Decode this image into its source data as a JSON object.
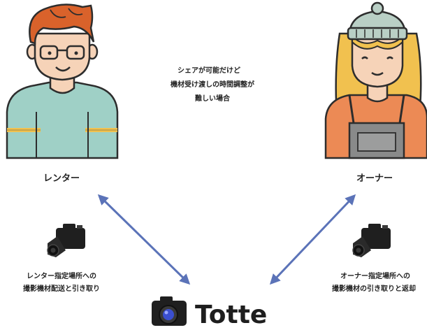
{
  "center_text": {
    "line1": "シェアが可能だけど",
    "line2": "機材受け渡しの時間調整が",
    "line3": "難しい場合"
  },
  "renter": {
    "label": "レンター",
    "note_line1": "レンター指定場所への",
    "note_line2": "撮影機材配送と引き取り"
  },
  "owner": {
    "label": "オーナー",
    "note_line1": "オーナー指定場所への",
    "note_line2": "撮影機材の引き取りと返却"
  },
  "brand": {
    "name": "Totte"
  },
  "colors": {
    "arrow": "#5b73b8",
    "renter_shirt": "#9fd0c6",
    "renter_hair": "#d9622b",
    "owner_hat": "#b9cfc5",
    "owner_hair": "#f1c14f",
    "owner_shirt": "#ec8a55",
    "owner_overall": "#898a8a",
    "skin": "#f6d3b8",
    "outline": "#2d2d2d"
  },
  "icons": [
    "renter-person-icon",
    "owner-person-icon",
    "camera-icon",
    "totte-camera-logo-icon"
  ]
}
